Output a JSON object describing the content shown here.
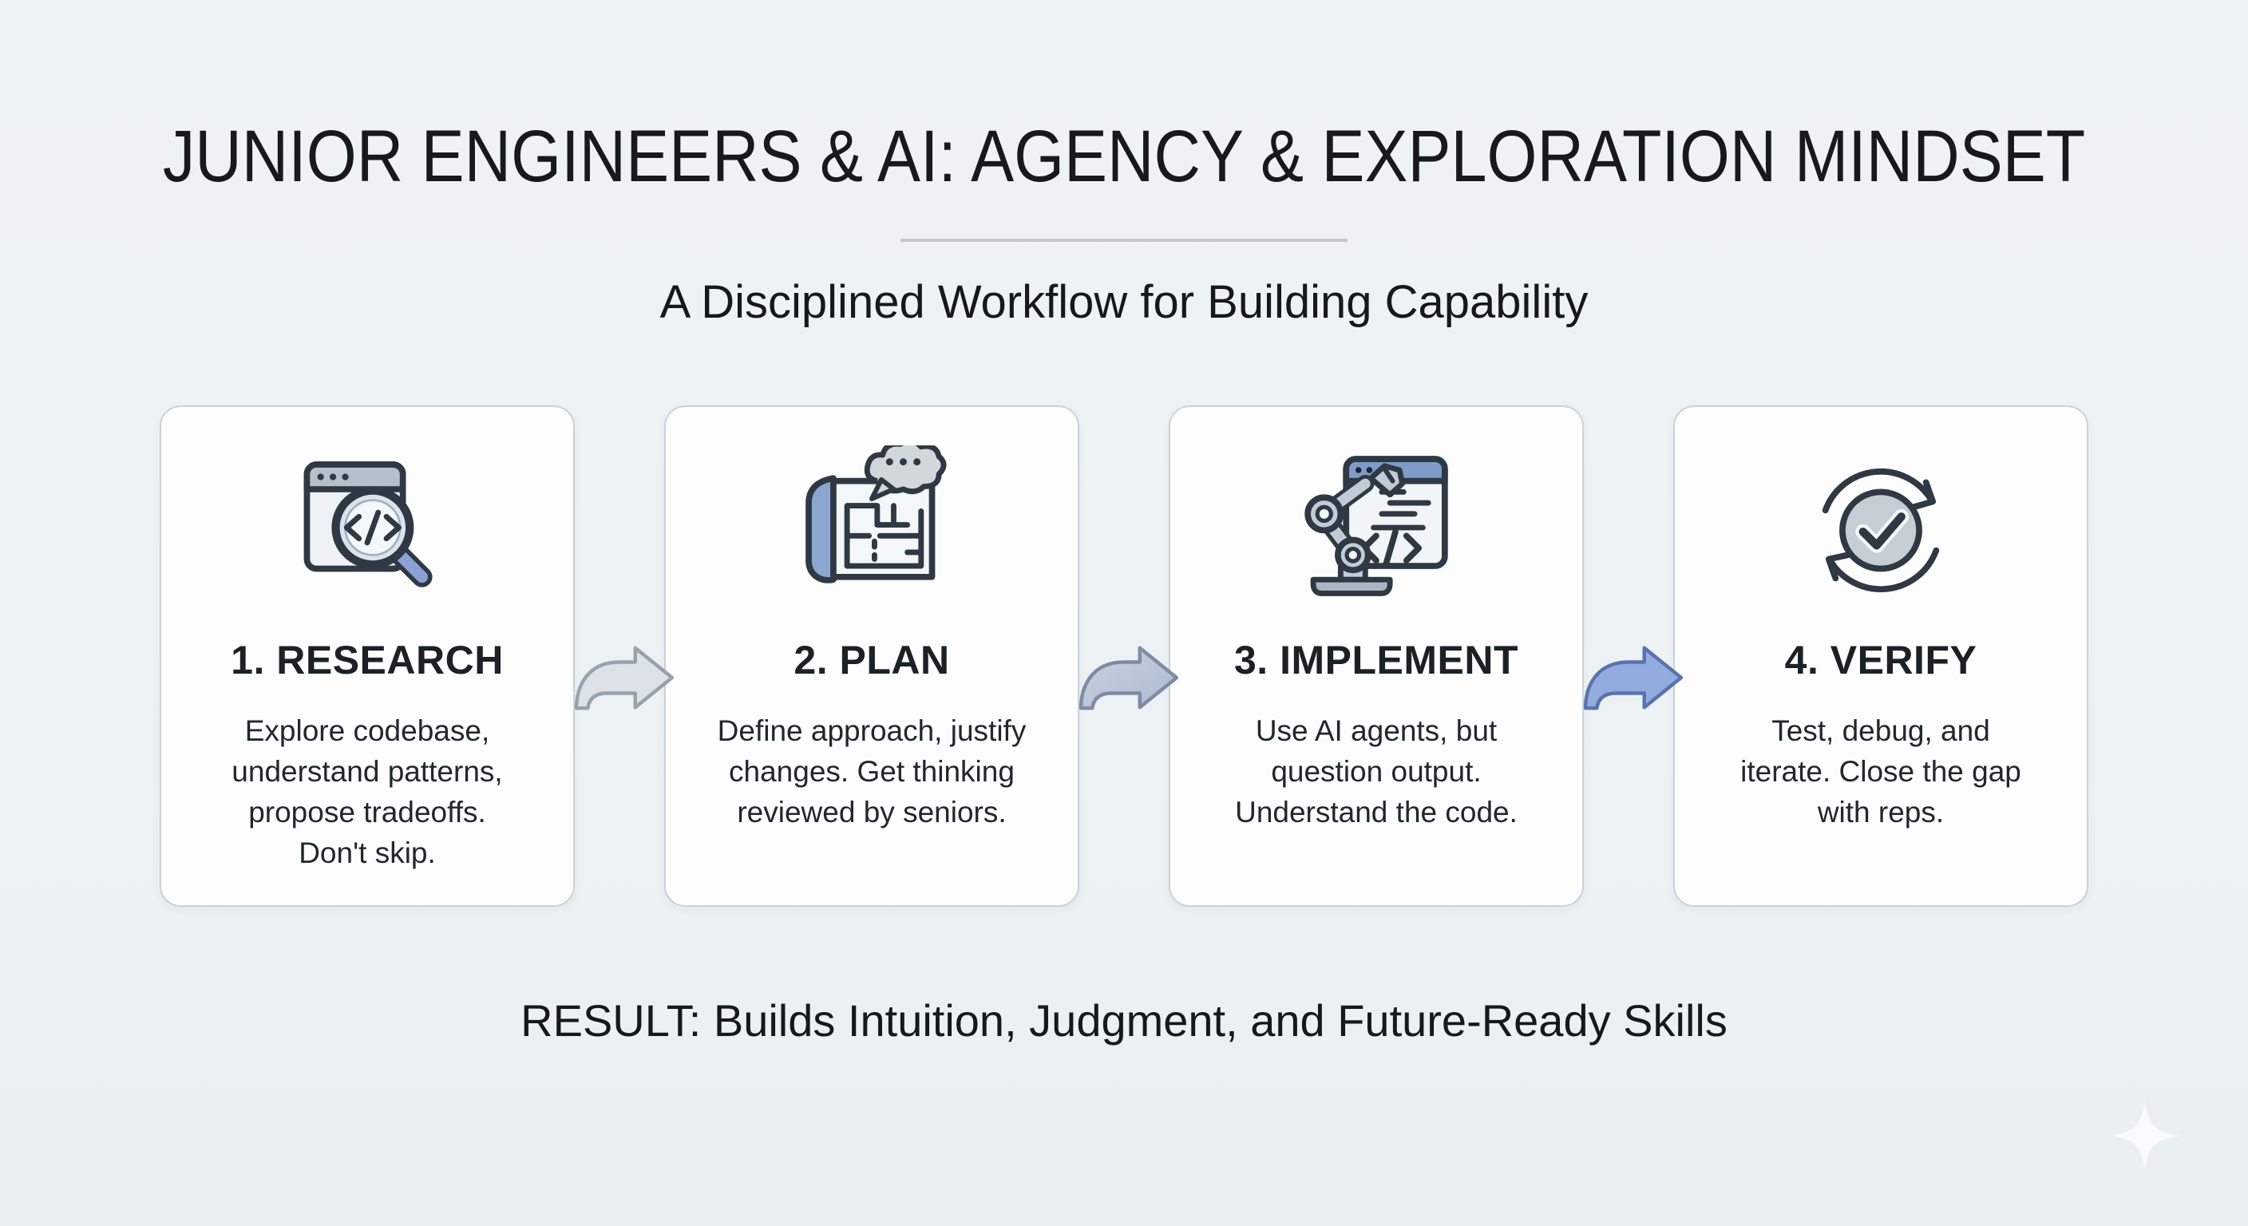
{
  "page": {
    "title": "JUNIOR ENGINEERS & AI: AGENCY & EXPLORATION MINDSET",
    "subtitle": "A Disciplined Workflow for Building Capability",
    "result": "RESULT: Builds Intuition, Judgment, and Future-Ready Skills"
  },
  "steps": [
    {
      "heading": "1. RESEARCH",
      "icon": "code-search-icon",
      "lines": [
        "Explore codebase,",
        "understand patterns,",
        "propose tradeoffs.",
        "Don't skip."
      ]
    },
    {
      "heading": "2. PLAN",
      "icon": "blueprint-thought-icon",
      "lines": [
        "Define approach, justify",
        "changes. Get thinking",
        "reviewed by seniors."
      ]
    },
    {
      "heading": "3. IMPLEMENT",
      "icon": "robot-arm-code-icon",
      "lines": [
        "Use AI agents, but",
        "question output.",
        "Understand the code."
      ]
    },
    {
      "heading": "4. VERIFY",
      "icon": "cycle-check-icon",
      "lines": [
        "Test, debug, and",
        "iterate. Close the gap",
        "with reps."
      ]
    }
  ],
  "colors": {
    "background": "#edf2f4",
    "card_background": "#fdfdfd",
    "card_border": "#ccd2d7",
    "heading_text": "#17191c",
    "divider": "#c6c8ca",
    "arrow_step1": "#dde2e8",
    "arrow_step2": "#b7c4d8",
    "arrow_step3": "#93abdf",
    "icon_outline": "#2e3944",
    "icon_blue": "#8ba6cf",
    "icon_gray": "#c2ccd6"
  }
}
